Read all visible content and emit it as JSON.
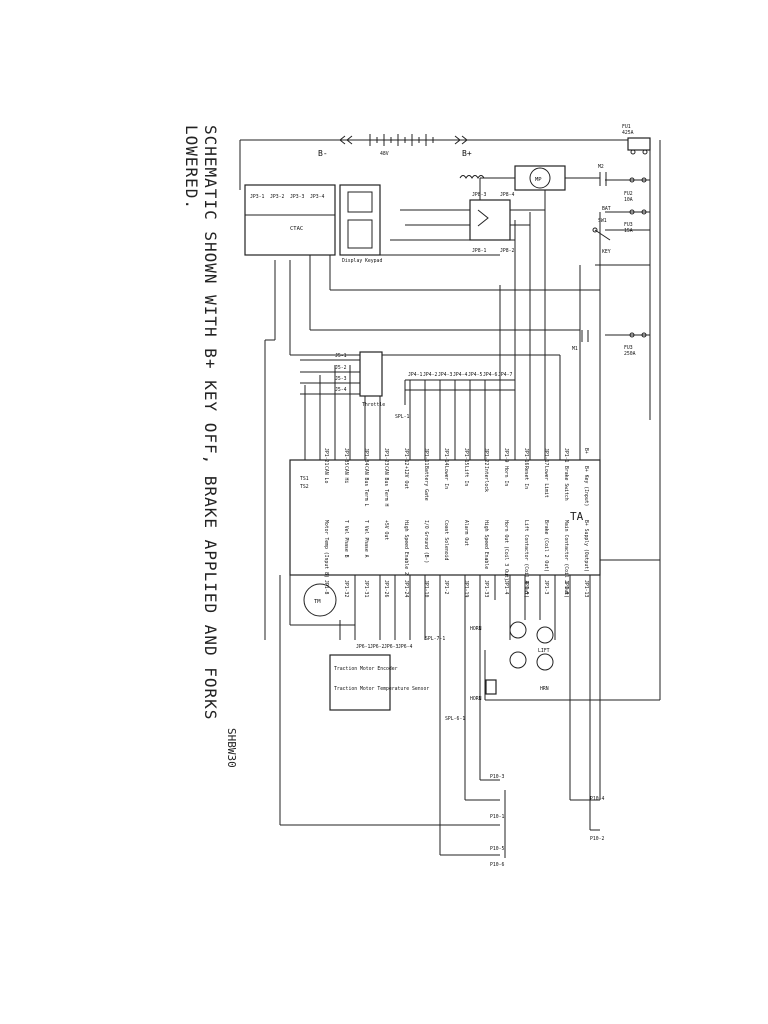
{
  "notes": {
    "line1": "SCHEMATIC SHOWN WITH B+ KEY OFF, BRAKE APPLIED AND FORKS",
    "line2": "LOWERED.",
    "drawing_no": "SHBW30"
  },
  "battery": {
    "neg": "B-",
    "pos": "B+",
    "volts": "48V"
  },
  "fuses": {
    "fu1": "FU1",
    "fu1_rating": "425A",
    "fu2": "FU2",
    "fu2_rating": "10A",
    "fu3": "FU3",
    "fu3_rating": "250A",
    "fu4": "FU3",
    "fu4_rating": "15A"
  },
  "switches": {
    "sw1": "SW1",
    "key": "KEY",
    "bat": "BAT",
    "m2": "M2",
    "m1": "M1"
  },
  "motors": {
    "pump": "MP",
    "traction": "TM"
  },
  "controller": {
    "name": "TA",
    "left_labels": [
      "JP1-13",
      "JP1-6",
      "JP1-3",
      "JP1-5",
      "JP1-4",
      "JP1-33",
      "JP1-19",
      "JP1-2",
      "JP1-10",
      "JP1-24",
      "JP1-26",
      "JP1-31",
      "JP1-32",
      "JP1-8"
    ],
    "right_labels": [
      "B+",
      "JP1-1",
      "JP1-17",
      "JP1-16",
      "JP1-9",
      "JP1-22",
      "JP1-15",
      "JP1-14",
      "JP1-11",
      "JP1-12",
      "JP1-23",
      "JP1-34",
      "JP1-35",
      "JP1-21"
    ],
    "left_funcs": [
      "B+ Supply (Output)",
      "Main Contactor (Coil 1 Out)",
      "Brake (Coil 2 Out)",
      "Lift Contactor (Coil 4 Out)",
      "Horn Out (Coil 3 Out)",
      "High Speed Enable",
      "Alarm Out",
      "Coast Solenoid",
      "I/O Ground (B-)",
      "High Speed Enable 2",
      "+5V Out",
      "T Vel Phase A",
      "T Vel Phase B",
      "Motor Temp (Input 8)"
    ],
    "right_funcs": [
      "B+ Key (Input)",
      "Brake Switch",
      "Lower Limit",
      "Reset In",
      "Horn In",
      "Interlock",
      "Lift In",
      "Lower In",
      "Battery Gate",
      "+12V Out",
      "CAN Bus Term H",
      "CAN Bus Term L",
      "CAN Hi",
      "CAN Lo"
    ]
  },
  "modules": {
    "tm_module": "CTAC",
    "display": "Display",
    "keypad": "Keypad",
    "throttle": "Throttle",
    "encoder": "Traction Motor Encoder",
    "sensor": "Traction Motor Temperature Sensor"
  },
  "connectors": {
    "jp3": [
      "JP3-1",
      "JP3-2",
      "JP3-3",
      "JP3-4"
    ],
    "j5": [
      "J5-1",
      "J5-2",
      "J5-3",
      "J5-4"
    ],
    "jp4": [
      "JP4-1",
      "JP4-2",
      "JP4-3",
      "JP4-4",
      "JP4-5",
      "JP4-6",
      "JP4-7"
    ],
    "jp6": [
      "JP6-1",
      "JP6-2",
      "JP6-3",
      "JP6-4"
    ],
    "jp8": [
      "JP8-1",
      "JP8-2",
      "JP8-3",
      "JP8-4"
    ],
    "p10": [
      "P10-1",
      "P10-2",
      "P10-3",
      "P10-4",
      "P10-5",
      "P10-6"
    ],
    "spl": [
      "SPL-1",
      "SPL-6-1",
      "SPL-7-1"
    ],
    "ts": [
      "TS1",
      "TS2"
    ],
    "horn": "HORN",
    "horn_label": "HORN",
    "lift": "LIFT",
    "lift_label": "HRN"
  }
}
